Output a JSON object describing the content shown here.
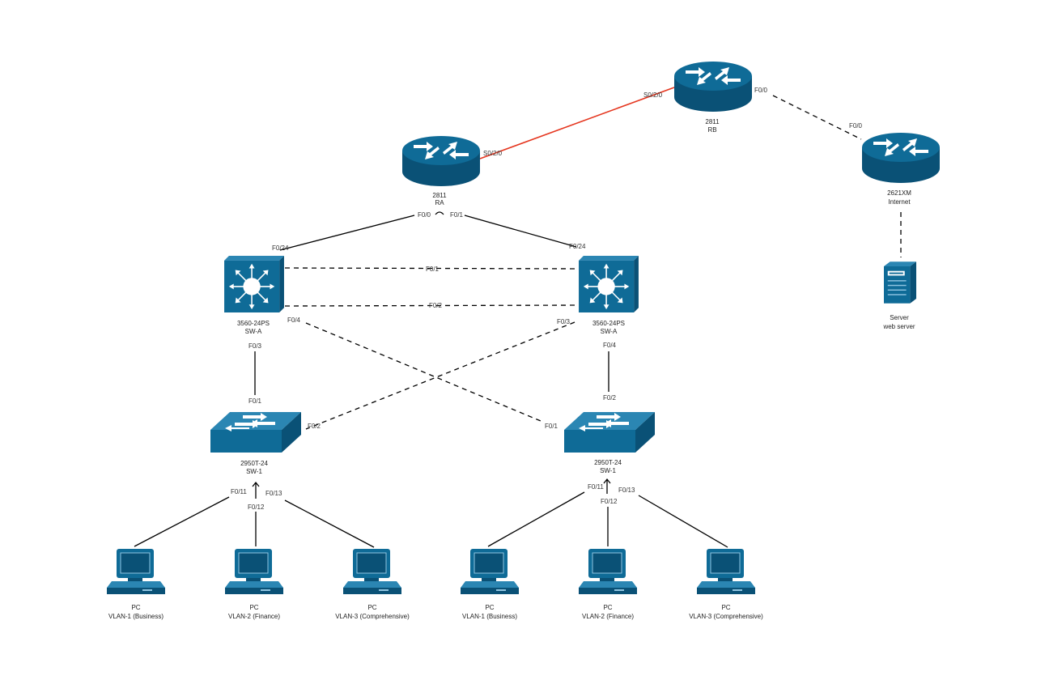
{
  "colors": {
    "device": "#0f6b97",
    "device_dark": "#0a5176",
    "serial_link": "#e5361f",
    "link": "#000000"
  },
  "devices": {
    "ra": {
      "model": "2811",
      "name": "RA",
      "icon": "router-icon"
    },
    "rb": {
      "model": "2811",
      "name": "RB",
      "icon": "router-icon"
    },
    "internet": {
      "model": "2621XM",
      "name": "Internet",
      "icon": "router-icon"
    },
    "server": {
      "model": "Server",
      "name": "web server",
      "icon": "server-icon"
    },
    "sw_a_left": {
      "model": "3560-24PS",
      "name": "SW-A",
      "icon": "multilayer-switch-icon"
    },
    "sw_a_right": {
      "model": "3560-24PS",
      "name": "SW-A",
      "icon": "multilayer-switch-icon"
    },
    "sw1_left": {
      "model": "2950T-24",
      "name": "SW-1",
      "icon": "switch-icon"
    },
    "sw1_right": {
      "model": "2950T-24",
      "name": "SW-1",
      "icon": "switch-icon"
    },
    "pcs": [
      {
        "model": "PC",
        "name": "VLAN-1 (Business)"
      },
      {
        "model": "PC",
        "name": "VLAN-2 (Finance)"
      },
      {
        "model": "PC",
        "name": "VLAN-3 (Comprehensive)"
      },
      {
        "model": "PC",
        "name": "VLAN-1 (Business)"
      },
      {
        "model": "PC",
        "name": "VLAN-2 (Finance)"
      },
      {
        "model": "PC",
        "name": "VLAN-3 (Comprehensive)"
      }
    ]
  },
  "ports": {
    "ra_s0": "S0/2/0",
    "rb_s0": "S0/2/0",
    "rb_f0": "F0/0",
    "internet_f0": "F0/0",
    "ra_f0": "F0/0",
    "ra_f1": "F0/1",
    "swal_f24": "F0/24",
    "swar_f24": "F0/24",
    "trunk_f1": "F0/1",
    "trunk_f2": "F0/2",
    "swal_f4": "F0/4",
    "swar_f3": "F0/3",
    "swal_f3": "F0/3",
    "swar_f4": "F0/4",
    "sw1l_f1": "F0/1",
    "sw1l_f2": "F0/2",
    "sw1r_f1": "F0/1",
    "sw1r_f2": "F0/2",
    "sw1l_f11": "F0/11",
    "sw1l_f12": "F0/12",
    "sw1l_f13": "F0/13",
    "sw1r_f11": "F0/11",
    "sw1r_f12": "F0/12",
    "sw1r_f13": "F0/13"
  }
}
